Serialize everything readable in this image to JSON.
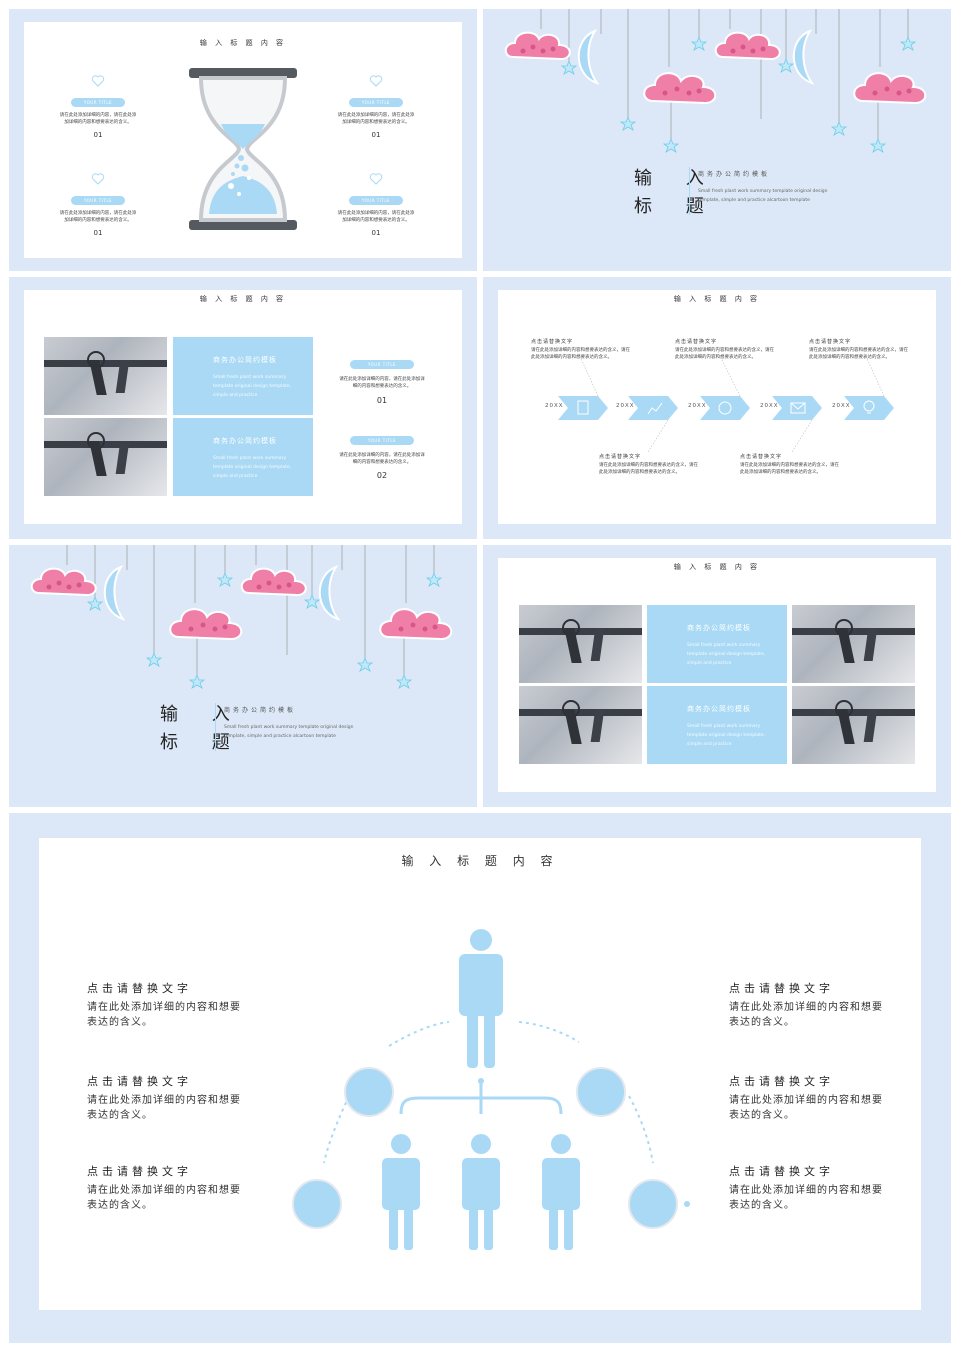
{
  "slide_title": "输 入 标 题 内 容",
  "hourglass_slide": {
    "pill_label": "YOUR TITLE",
    "text": "请在此处添加详细的内容，请在此处添加详细的内容和想要表达的含义。",
    "items": [
      {
        "num": "01"
      },
      {
        "num": "01"
      },
      {
        "num": "01"
      },
      {
        "num": "01"
      }
    ]
  },
  "cover": {
    "title_line1": "输 入",
    "title_line2": "标 题",
    "subtitle": "商务办公简约模板",
    "en": "Small fresh plant work summary template original design template, simple and practice alcartoon template"
  },
  "photo_slide": {
    "box_title": "商务办公简约模板",
    "box_text": "Small fresh plant work summary template original design template, simple and practice",
    "pill_label": "YOUR TITLE",
    "text": "请在此处添加详细的内容，请在此处添加详细的内容和想要表达的含义。",
    "nums": [
      "01",
      "02"
    ]
  },
  "timeline_slide": {
    "head": "点击请替换文字",
    "text": "请在此处添加详细的内容和想要表达的含义，请在此处添加详细的内容和想要表达的含义。",
    "chevrons": [
      "20XX",
      "20XX",
      "20XX",
      "20XX",
      "20XX"
    ]
  },
  "org_slide": {
    "head": "点击请替换文字",
    "text": "请在此处添加详细的内容和想要表达的含义。"
  },
  "colors": {
    "accent": "#a9d9f5",
    "background": "#dce8f7",
    "cloud": "#f07fa8"
  }
}
